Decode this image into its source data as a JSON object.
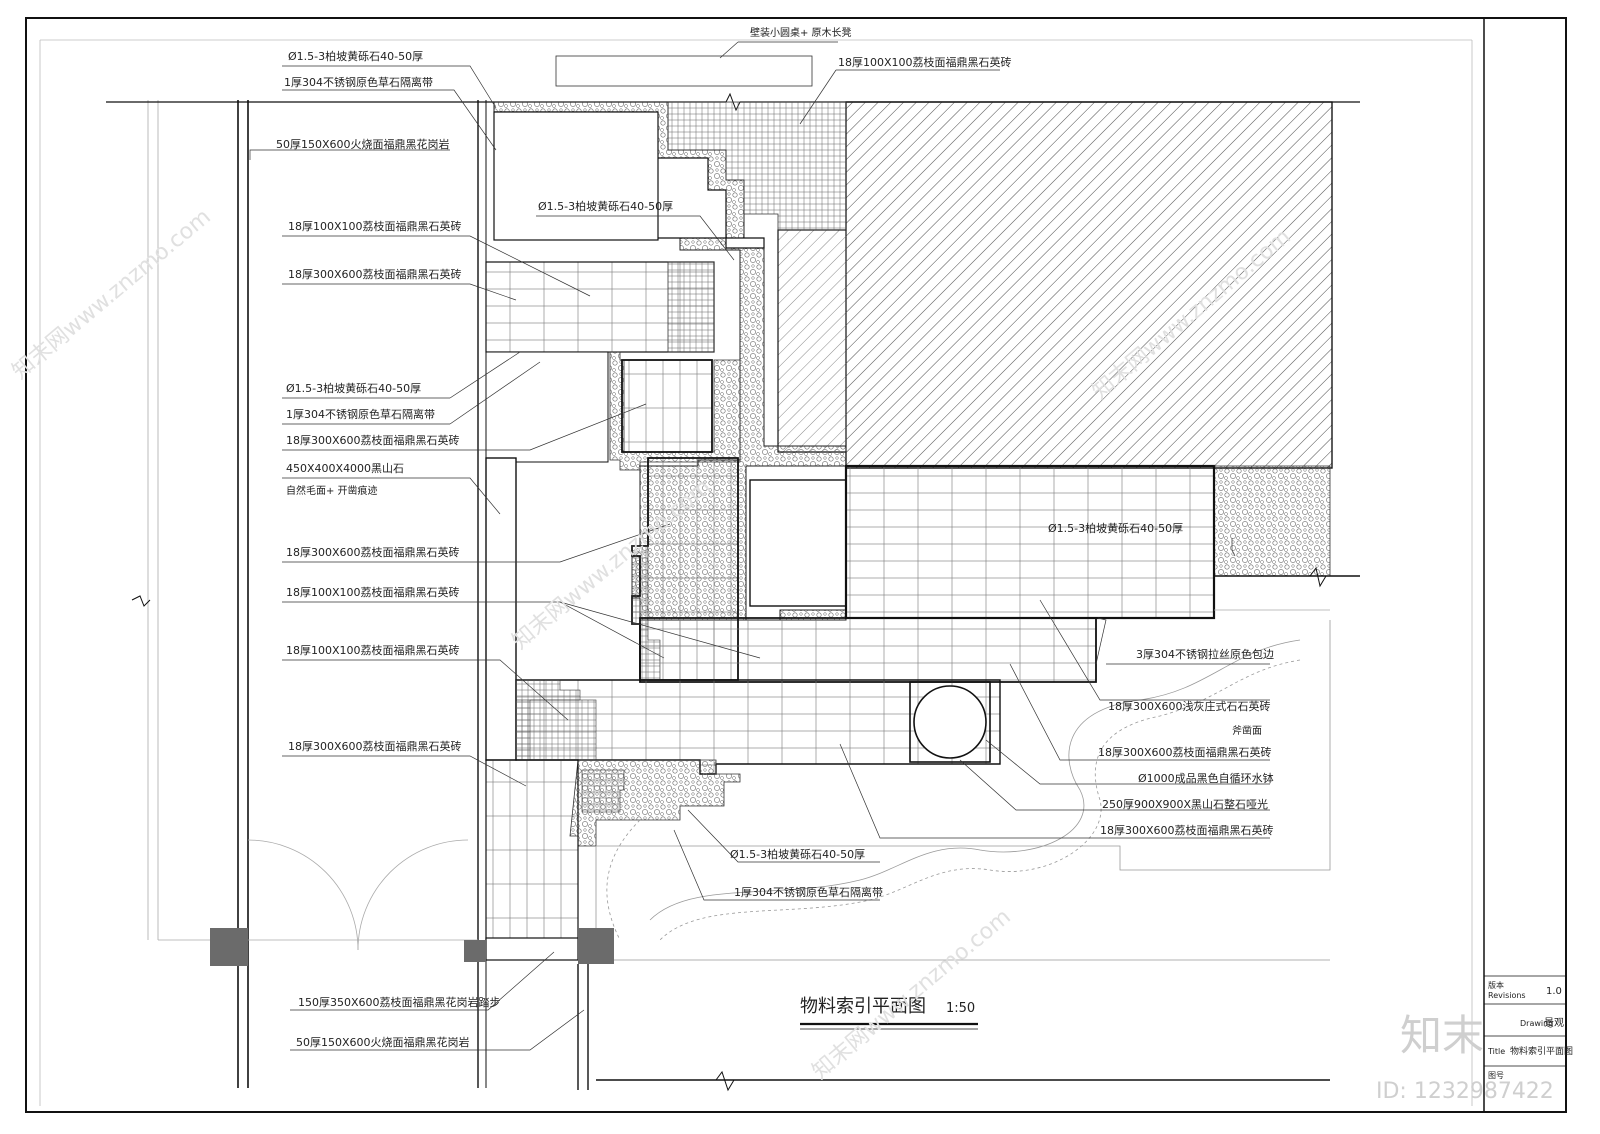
{
  "drawing": {
    "title": "物料索引平面图",
    "scale": "1:50"
  },
  "labels": {
    "top_center": "壁装小圆桌+ 原木长凳",
    "top_right_tile": "18厚100X100荔枝面福鼎黑石英砖",
    "gravel_1": "Ø1.5-3柏坡黄砾石40-50厚",
    "steel_band_1": "1厚304不锈钢原色草石隔离带",
    "granite_1": "50厚150X600火烧面福鼎黑花岗岩",
    "gravel_center": "Ø1.5-3柏坡黄砾石40-50厚",
    "tile_100_a": "18厚100X100荔枝面福鼎黑石英砖",
    "tile_300_a": "18厚300X600荔枝面福鼎黑石英砖",
    "gravel_2": "Ø1.5-3柏坡黄砾石40-50厚",
    "steel_band_2": "1厚304不锈钢原色草石隔离带",
    "tile_300_b": "18厚300X600荔枝面福鼎黑石英砖",
    "stone_block_1": "450X400X4000黑山石",
    "stone_block_2": "自然毛面+ 开凿痕迹",
    "tile_300_c": "18厚300X600荔枝面福鼎黑石英砖",
    "tile_100_b": "18厚100X100荔枝面福鼎黑石英砖",
    "tile_100_c": "18厚100X100荔枝面福鼎黑石英砖",
    "tile_300_d": "18厚300X600荔枝面福鼎黑石英砖",
    "gravel_right": "Ø1.5-3柏坡黄砾石40-50厚",
    "steel_edge": "3厚304不锈钢拉丝原色包边",
    "tile_grey_1": "18厚300X600浅灰庄式石石英砖",
    "tile_grey_2": "斧凿面",
    "tile_300_e": "18厚300X600荔枝面福鼎黑石英砖",
    "water_bowl": "Ø1000成品黑色自循环水钵",
    "mountain_stone": "250厚900X900X黑山石整石哑光",
    "tile_300_f": "18厚300X600荔枝面福鼎黑石英砖",
    "gravel_bottom": "Ø1.5-3柏坡黄砾石40-50厚",
    "steel_band_bottom": "1厚304不锈钢原色草石隔离带",
    "step_stone": "150厚350X600荔枝面福鼎黑花岗岩踏步",
    "granite_2": "50厚150X600火烧面福鼎黑花岗岩"
  },
  "title_block": {
    "revision_label": "版本",
    "revision_label_en": "Revisions",
    "revision_value": "1.0",
    "stage_label": "Drawing",
    "stage_value": "景观",
    "drawing_label": "Title",
    "drawing_value": "物料索引平面图",
    "number_label": "图号"
  },
  "watermark": {
    "brand": "知末",
    "id_text": "ID: 1232987422",
    "site": "知末网www.znzmo.com"
  },
  "colors": {
    "line": "#111111",
    "thin": "#444444",
    "grey_fill": "#6b6b6b",
    "watermark": "#d9d9d9"
  }
}
